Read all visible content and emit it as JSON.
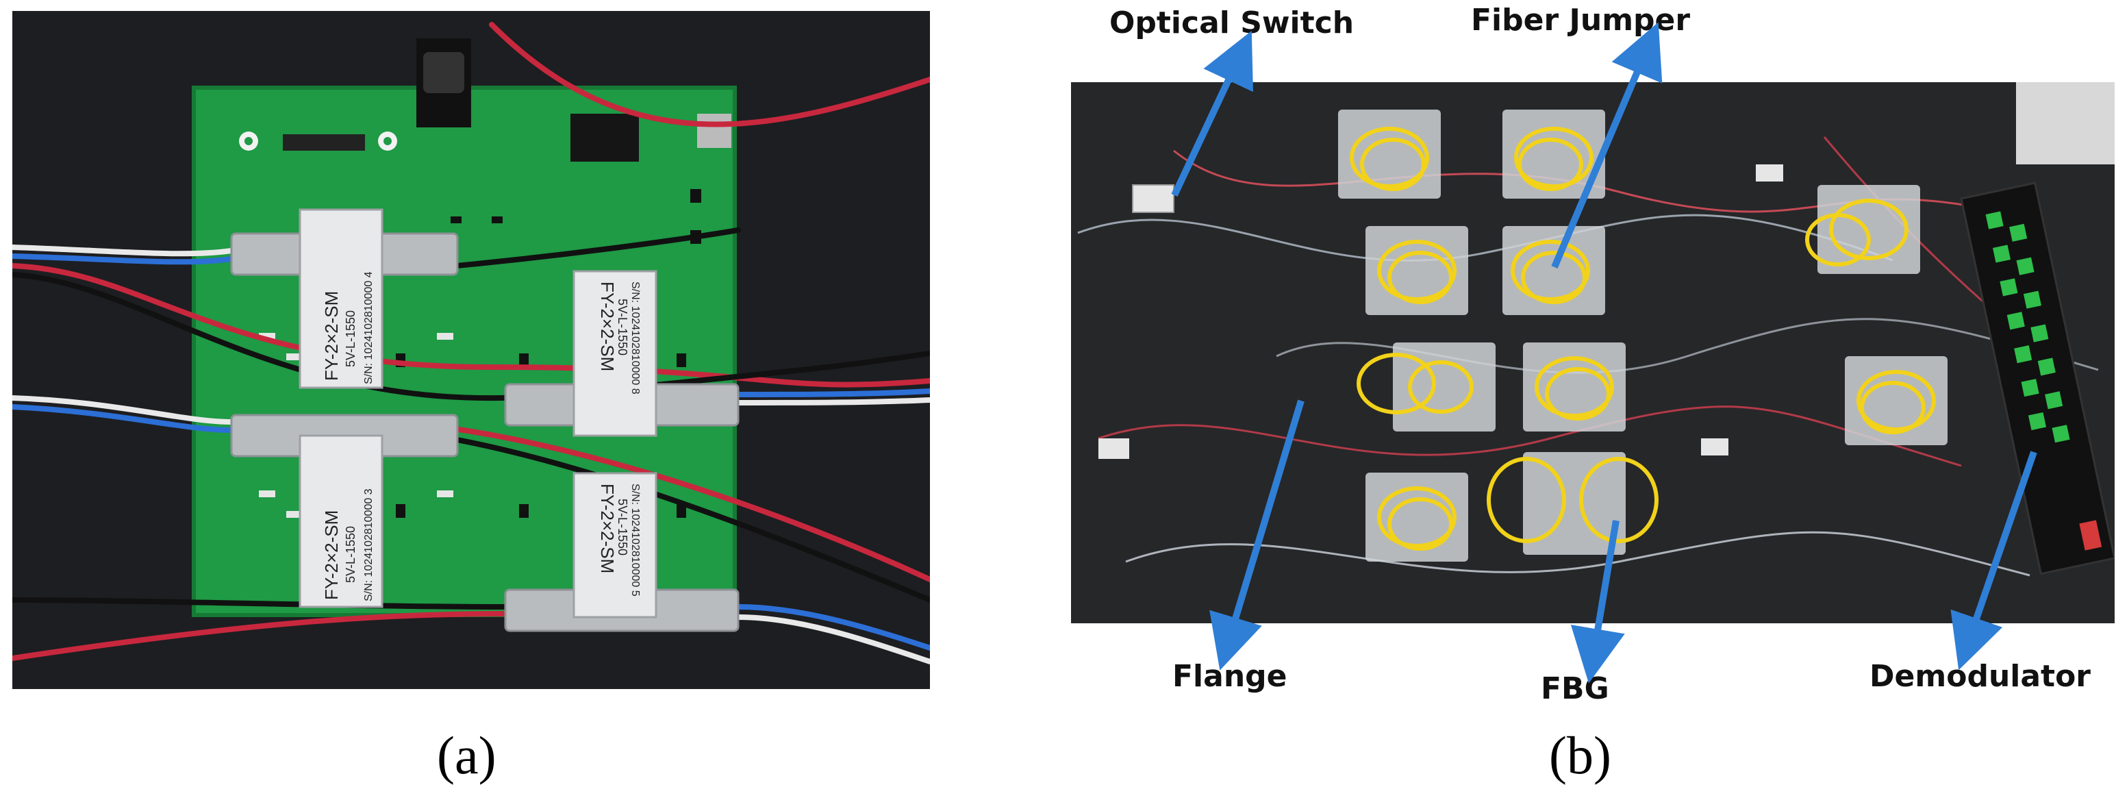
{
  "panel_a": {
    "caption": "(a)",
    "modules": [
      {
        "model": "FY-2×2-SM",
        "spec": "5V-L-1550",
        "sn": "S/N: 1024102810000 4"
      },
      {
        "model": "FY-2×2-SM",
        "spec": "5V-L-1550",
        "sn": "S/N: 1024102810000 8"
      },
      {
        "model": "FY-2×2-SM",
        "spec": "5V-L-1550",
        "sn": "S/N: 1024102810000 3"
      },
      {
        "model": "FY-2×2-SM",
        "spec": "5V-L-1550",
        "sn": "S/N: 1024102810000 5"
      }
    ]
  },
  "panel_b": {
    "caption": "(b)",
    "labels": {
      "optical_switch": "Optical Switch",
      "fiber_jumper": "Fiber Jumper",
      "flange": "Flange",
      "fbg": "FBG",
      "demodulator": "Demodulator"
    }
  },
  "colors": {
    "pcb_green": "#1f9a45",
    "arrow_blue": "#2f7fd6",
    "fiber_yellow": "#f2d21a",
    "module_silver": "#c9cccf"
  }
}
